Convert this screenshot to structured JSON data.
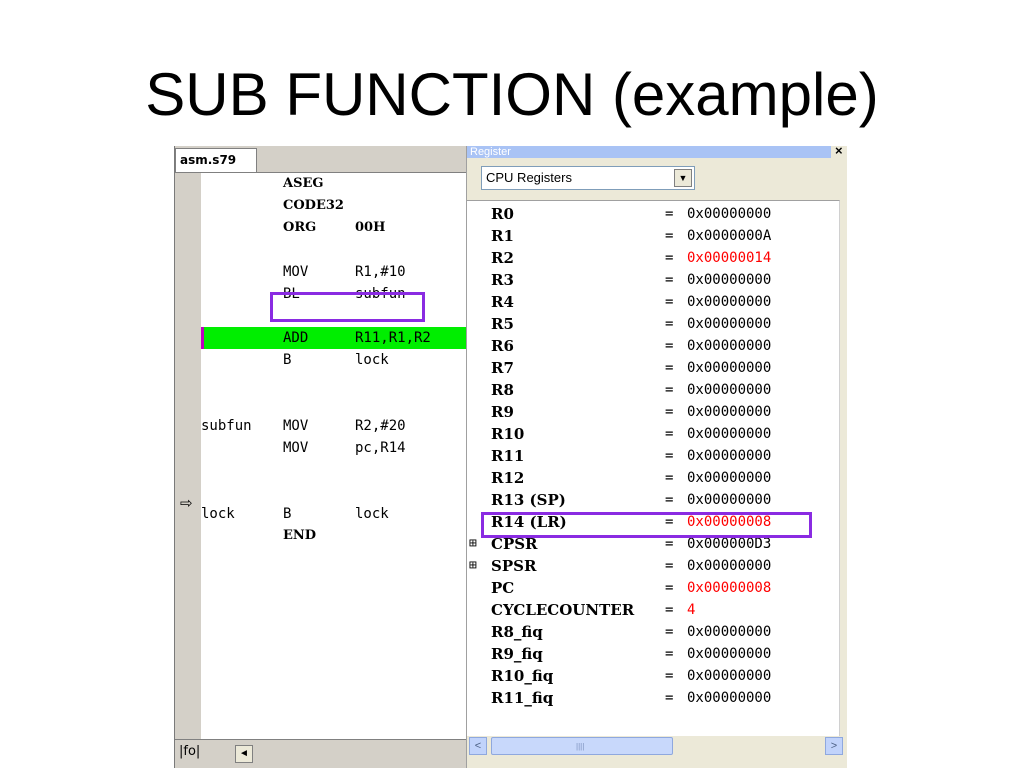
{
  "slide": {
    "title": "SUB FUNCTION (example)"
  },
  "editor": {
    "tab_label": "asm.s79",
    "bottom_tab_label": "|fo|",
    "bottom_arrow": "◄",
    "lines": [
      {
        "label": "",
        "op": "ASEG",
        "arg": "",
        "bold": true
      },
      {
        "label": "",
        "op": "CODE32",
        "arg": "",
        "bold": true
      },
      {
        "label": "",
        "op": "ORG",
        "arg": "00H",
        "bold": true
      },
      {
        "label": "",
        "op": "",
        "arg": "",
        "bold": false
      },
      {
        "label": "",
        "op": "MOV",
        "arg": "R1,#10",
        "bold": false
      },
      {
        "label": "",
        "op": "BL",
        "arg": "subfun",
        "bold": false
      },
      {
        "label": "",
        "op": "",
        "arg": "",
        "bold": false
      },
      {
        "label": "",
        "op": "ADD",
        "arg": "R11,R1,R2",
        "bold": false,
        "current": true
      },
      {
        "label": "",
        "op": "B",
        "arg": "lock",
        "bold": false
      },
      {
        "label": "",
        "op": "",
        "arg": "",
        "bold": false
      },
      {
        "label": "",
        "op": "",
        "arg": "",
        "bold": false
      },
      {
        "label": "subfun",
        "op": "MOV",
        "arg": "R2,#20",
        "bold": false
      },
      {
        "label": "",
        "op": "MOV",
        "arg": "pc,R14",
        "bold": false
      },
      {
        "label": "",
        "op": "",
        "arg": "",
        "bold": false
      },
      {
        "label": "",
        "op": "",
        "arg": "",
        "bold": false
      },
      {
        "label": "lock",
        "op": "B",
        "arg": "lock",
        "bold": false
      },
      {
        "label": "",
        "op": "END",
        "arg": "",
        "bold": true
      }
    ],
    "current_line_arrow": "⇨"
  },
  "registers": {
    "window_title": "Register",
    "close_glyph": "×",
    "view_select": "CPU Registers",
    "select_arrow": "▼",
    "rows": [
      {
        "expander": "",
        "name": "R0",
        "eq": "=",
        "value": "0x00000000",
        "changed": false
      },
      {
        "expander": "",
        "name": "R1",
        "eq": "=",
        "value": "0x0000000A",
        "changed": false
      },
      {
        "expander": "",
        "name": "R2",
        "eq": "=",
        "value": "0x00000014",
        "changed": true
      },
      {
        "expander": "",
        "name": "R3",
        "eq": "=",
        "value": "0x00000000",
        "changed": false
      },
      {
        "expander": "",
        "name": "R4",
        "eq": "=",
        "value": "0x00000000",
        "changed": false
      },
      {
        "expander": "",
        "name": "R5",
        "eq": "=",
        "value": "0x00000000",
        "changed": false
      },
      {
        "expander": "",
        "name": "R6",
        "eq": "=",
        "value": "0x00000000",
        "changed": false
      },
      {
        "expander": "",
        "name": "R7",
        "eq": "=",
        "value": "0x00000000",
        "changed": false
      },
      {
        "expander": "",
        "name": "R8",
        "eq": "=",
        "value": "0x00000000",
        "changed": false
      },
      {
        "expander": "",
        "name": "R9",
        "eq": "=",
        "value": "0x00000000",
        "changed": false
      },
      {
        "expander": "",
        "name": "R10",
        "eq": "=",
        "value": "0x00000000",
        "changed": false
      },
      {
        "expander": "",
        "name": "R11",
        "eq": "=",
        "value": "0x00000000",
        "changed": false
      },
      {
        "expander": "",
        "name": "R12",
        "eq": "=",
        "value": "0x00000000",
        "changed": false
      },
      {
        "expander": "",
        "name": "R13 (SP)",
        "eq": "=",
        "value": "0x00000000",
        "changed": false
      },
      {
        "expander": "",
        "name": "R14 (LR)",
        "eq": "=",
        "value": "0x00000008",
        "changed": true
      },
      {
        "expander": "⊞",
        "name": "CPSR",
        "eq": "=",
        "value": "0x000000D3",
        "changed": false
      },
      {
        "expander": "⊞",
        "name": "SPSR",
        "eq": "=",
        "value": "0x00000000",
        "changed": false
      },
      {
        "expander": "",
        "name": "PC",
        "eq": "=",
        "value": "0x00000008",
        "changed": true
      },
      {
        "expander": "",
        "name": "CYCLECOUNTER",
        "eq": "=",
        "value": "4",
        "changed": true
      },
      {
        "expander": "",
        "name": "R8_fiq",
        "eq": "=",
        "value": "0x00000000",
        "changed": false
      },
      {
        "expander": "",
        "name": "R9_fiq",
        "eq": "=",
        "value": "0x00000000",
        "changed": false
      },
      {
        "expander": "",
        "name": "R10_fiq",
        "eq": "=",
        "value": "0x00000000",
        "changed": false
      },
      {
        "expander": "",
        "name": "R11_fiq",
        "eq": "=",
        "value": "0x00000000",
        "changed": false
      }
    ],
    "scroll_left": "<",
    "scroll_right": ">",
    "scroll_grip": "||||"
  },
  "colors": {
    "current_line": "#00ee00",
    "changed_value": "#ff0000",
    "highlight_box": "#8a2be2"
  }
}
